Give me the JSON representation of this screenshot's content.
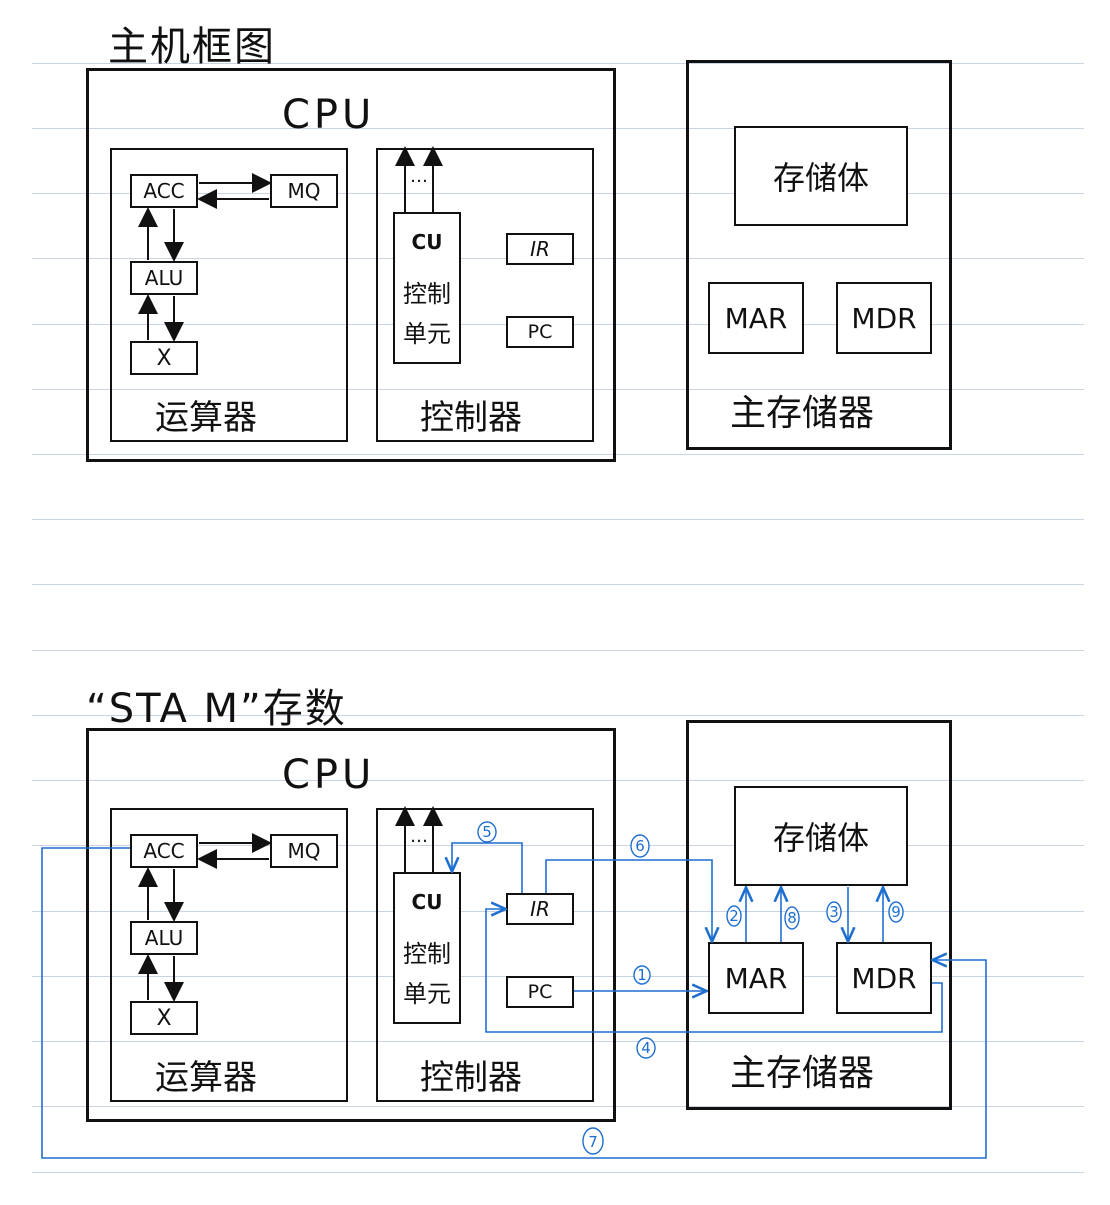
{
  "diagram1": {
    "title": "主机框图",
    "cpu_label": "CPU",
    "registers": {
      "acc": "ACC",
      "mq": "MQ",
      "alu": "ALU",
      "x": "X",
      "ir": "IR",
      "pc": "PC"
    },
    "cu_label": "CU",
    "cu_sub1": "控制",
    "cu_sub2": "单元",
    "cu_dots": "…",
    "alu_unit_label": "运算器",
    "controller_label": "控制器",
    "memory_body": "存储体",
    "mar": "MAR",
    "mdr": "MDR",
    "main_memory_label": "主存储器"
  },
  "diagram2": {
    "title": "“STA  M”存数",
    "cpu_label": "CPU",
    "registers": {
      "acc": "ACC",
      "mq": "MQ",
      "alu": "ALU",
      "x": "X",
      "ir": "IR",
      "pc": "PC"
    },
    "cu_label": "CU",
    "cu_sub1": "控制",
    "cu_sub2": "单元",
    "cu_dots": "…",
    "alu_unit_label": "运算器",
    "controller_label": "控制器",
    "memory_body": "存储体",
    "mar": "MAR",
    "mdr": "MDR",
    "main_memory_label": "主存储器",
    "step_labels": [
      "1",
      "2",
      "3",
      "4",
      "5",
      "6",
      "7",
      "8",
      "9"
    ]
  },
  "colors": {
    "ink": "#111111",
    "flow": "#1f6fd1",
    "rule": "#c9d3e3"
  }
}
